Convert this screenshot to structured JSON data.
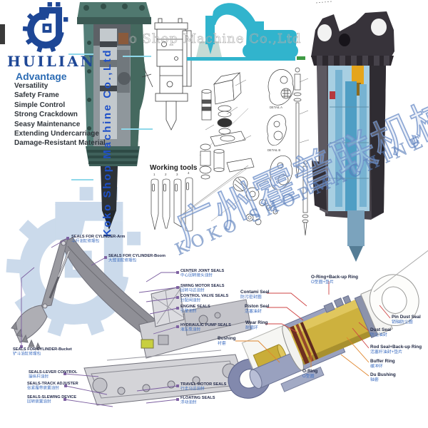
{
  "brand": {
    "name": "HUILIAN",
    "advantage_title": "Advantage",
    "advantages": [
      "Versatility",
      "Safety Frame",
      "Simple Control",
      "Strong Crackdown",
      "Seasy Maintenance",
      "Extending Undercarriage",
      "Damage-Resistant Material"
    ]
  },
  "watermarks": {
    "horizontal": "o Shop Machine Co.,Ltd",
    "vertical": "Koko Shop Machine Co.,Ltd",
    "diagonal_en": "KOKO SHOPMACHINE",
    "diagonal_cn": "广州霍普联机械"
  },
  "tools": {
    "title": "Working tools",
    "numbers": [
      "1",
      "2",
      "3",
      "4"
    ]
  },
  "details": [
    "DETAIL A",
    "DETAIL B"
  ],
  "excavator_seals": [
    {
      "en": "SEALS FOR CYLINDER-Arm",
      "cn": "斗杆油缸修理包"
    },
    {
      "en": "SEALS FOR CYLINDER-Boom",
      "cn": "大臂油缸修理包"
    },
    {
      "en": "SEALS FOR CYLINDER-Bucket",
      "cn": "铲斗油缸修理包"
    },
    {
      "en": "SEALS-LEVER CONTROL",
      "cn": "操纵杆油封"
    },
    {
      "en": "SEALS-TRACK ADJUSTER",
      "cn": "张紧履带装置油封"
    },
    {
      "en": "SEALS-SLEWING DEVICE",
      "cn": "回转装置油封"
    },
    {
      "en": "CENTER JOINT SEALS",
      "cn": "中心回转接头油封"
    },
    {
      "en": "SWING MOTOR SEALS",
      "cn": "回转马达油封"
    },
    {
      "en": "CONTROL VALVE SEALS",
      "cn": "分配阀油封"
    },
    {
      "en": "ENGINE SEALS",
      "cn": "引擎油封"
    },
    {
      "en": "HYDRAULIC PUMP SEALS",
      "cn": "液压泵油封"
    },
    {
      "en": "TRAVEL MOTOR SEALS",
      "cn": "行走马达油封"
    },
    {
      "en": "FLOATING SEALS",
      "cn": "浮动油封"
    }
  ],
  "cylinder_seals": [
    {
      "en": "O-Ring+Back-up Ring",
      "cn": "O型圈+垫片"
    },
    {
      "en": "Contami Seal",
      "cn": "防污密封圈"
    },
    {
      "en": "Piston Seal",
      "cn": "活塞油封"
    },
    {
      "en": "Wear Ring",
      "cn": "耐磨环"
    },
    {
      "en": "Bushing",
      "cn": "衬套"
    },
    {
      "en": "O-Ring",
      "cn": "O型圈"
    },
    {
      "en": "Pin Dust Seal",
      "cn": "销轴防尘圈"
    },
    {
      "en": "Dust Seal",
      "cn": "防尘油封"
    },
    {
      "en": "Rod Seal+Back-up Ring",
      "cn": "活塞杆油封+垫片"
    },
    {
      "en": "Buffer Ring",
      "cn": "缓冲环"
    },
    {
      "en": "Du Bushing",
      "cn": "轴套"
    }
  ],
  "colors": {
    "logo_blue": "#1e4796",
    "watermark_blue": "#6f94c9",
    "excavator_teal": "#31b4cd",
    "label_navy": "#232a4a",
    "label_cn_blue": "#3b6cc0",
    "connector_purple": "#7c5fa0",
    "connector_red": "#cf4444",
    "connector_orange": "#e0862e",
    "breaker_teal": "#4f7a75",
    "breaker_dark": "#3a383c",
    "cylinder_yellow": "#cdb13e",
    "internals_blue": "#a8cfe2"
  }
}
